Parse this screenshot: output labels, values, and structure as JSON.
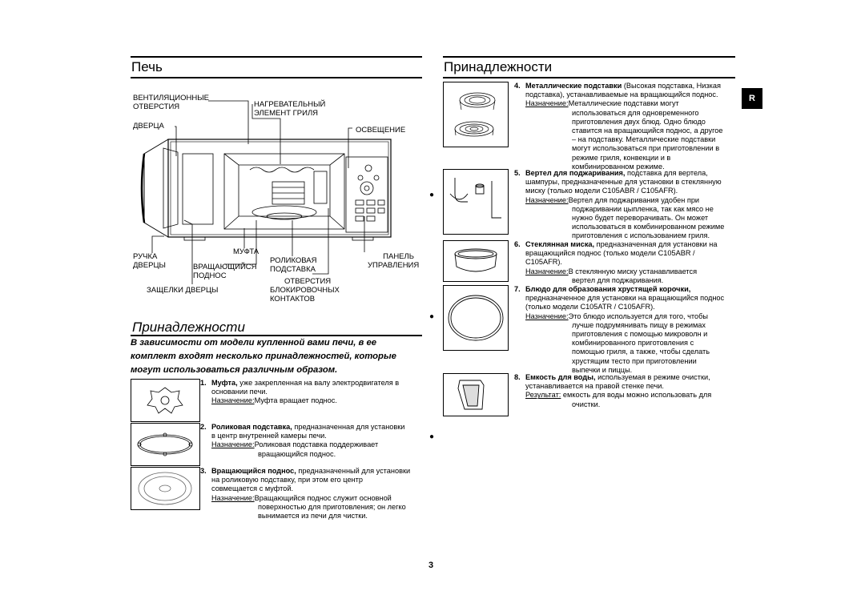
{
  "left": {
    "title": "Печь",
    "labels": {
      "vents": [
        "ВЕНТИЛЯЦИОННЫЕ",
        "ОТВЕРСТИЯ"
      ],
      "door": "ДВЕРЦА",
      "heater": [
        "НАГРЕВАТЕЛЬНЫЙ",
        "ЭЛЕМЕНТ ГРИЛЯ"
      ],
      "light": "ОСВЕЩЕНИЕ",
      "handle": [
        "РУЧКА",
        "ДВЕРЦЫ"
      ],
      "coupler": "МУФТА",
      "turntable": [
        "ВРАЩАЮЩИЙСЯ",
        "ПОДНОС"
      ],
      "roller": [
        "РОЛИКОВАЯ",
        "ПОДСТАВКА"
      ],
      "panel": [
        "ПАНЕЛЬ",
        "УПРАВЛЕНИЯ"
      ],
      "latches": "ЗАЩЕЛКИ ДВЕРЦЫ",
      "interlock": [
        "ОТВЕРСТИЯ",
        "БЛОКИРОВОЧНЫХ",
        "КОНТАКТОВ"
      ]
    },
    "accessories_title": "Принадлежности",
    "intro": [
      "В зависимости от модели купленной вами печи, в ее",
      "комплект входят несколько принадлежностей, которые",
      "могут использоваться различным образом."
    ],
    "items": [
      {
        "num": "1.",
        "name": "Муфта,",
        "lines": [
          "уже закрепленная на валу электродвигателя в",
          "основании печи."
        ],
        "purpose_label": "Назначение:",
        "purpose": [
          "Муфта вращает поднос."
        ]
      },
      {
        "num": "2.",
        "name": "Роликовая подставка,",
        "lines": [
          "предназначенная для установки",
          "в центр внутренней камеры печи."
        ],
        "purpose_label": "Назначение:",
        "purpose": [
          "Роликовая подставка поддерживает",
          "вращающийся поднос."
        ]
      },
      {
        "num": "3.",
        "name": "Вращающийся поднос,",
        "lines": [
          "предназначенный для установки",
          "на роликовую подставку, при этом его центр",
          "совмещается с муфтой."
        ],
        "purpose_label": "Назначение:",
        "purpose": [
          "Вращающийся поднос служит основной",
          "поверхностью для приготовления; он легко",
          "вынимается из печи для чистки."
        ]
      }
    ]
  },
  "right": {
    "title": "Принадлежности",
    "tab": "R",
    "items": [
      {
        "num": "4.",
        "name": "Металлические подставки",
        "lines": [
          "(Высокая подставка, Низкая",
          "подставка), устанавливаемые на вращающийся поднос."
        ],
        "purpose_label": "Назначение:",
        "purpose": [
          "Металлические подставки могут",
          "использоваться для одновременного",
          "приготовления двух блюд. Одно блюдо",
          "ставится на вращающийся поднос, а другое",
          "– на подставку. Металлические подставки",
          "могут использоваться при приготовлении в",
          "режиме гриля, конвекции и в",
          "комбинированном режиме."
        ]
      },
      {
        "num": "5.",
        "name": "Вертел для поджаривания,",
        "lines": [
          "подставка для вертела,",
          "шампуры, предназначенные для установки в стеклянную",
          "миску (только модели C105ABR / C105AFR)."
        ],
        "purpose_label": "Назначение:",
        "purpose": [
          "Вертел для поджаривания удобен при",
          "поджаривании цыпленка, так как мясо не",
          "нужно будет переворачивать. Он может",
          "использоваться в комбинированном режиме",
          "приготовления с использованием гриля."
        ]
      },
      {
        "num": "6.",
        "name": "Стеклянная миска,",
        "lines": [
          "предназначенная для установки на",
          "вращающийся поднос (только модели C105ABR /",
          "C105AFR)."
        ],
        "purpose_label": "Назначение:",
        "purpose": [
          "В стеклянную миску устанавливается",
          "вертел для поджаривания."
        ]
      },
      {
        "num": "7.",
        "name": "Блюдо для образования хрустящей корочки,",
        "lines": [
          "предназначенное для установки на вращающийся поднос",
          "(только модели C105ATR / C105AFR)."
        ],
        "purpose_label": "Назначение:",
        "purpose": [
          "Это блюдо используется для того, чтобы",
          "лучше подрумянивать пищу в режимах",
          "приготовления с помощью микроволн и",
          "комбинированного приготовления с",
          "помощью гриля, а также, чтобы сделать",
          "хрустящим тесто при приготовлении",
          "выпечки и пиццы."
        ]
      },
      {
        "num": "8.",
        "name": "Емкость для воды,",
        "lines": [
          "используемая в режиме очистки,",
          "устанавливается на правой стенке печи."
        ],
        "purpose_label": "Результат:",
        "purpose": [
          "емкость для воды можно использовать для",
          "очистки."
        ]
      }
    ]
  },
  "page_number": "3",
  "icons": [
    "coupler-icon",
    "roller-ring-icon",
    "turntable-icon",
    "metal-racks-icon",
    "spit-icon",
    "glass-bowl-icon",
    "crusty-plate-icon",
    "water-container-icon",
    "microwave-diagram"
  ]
}
